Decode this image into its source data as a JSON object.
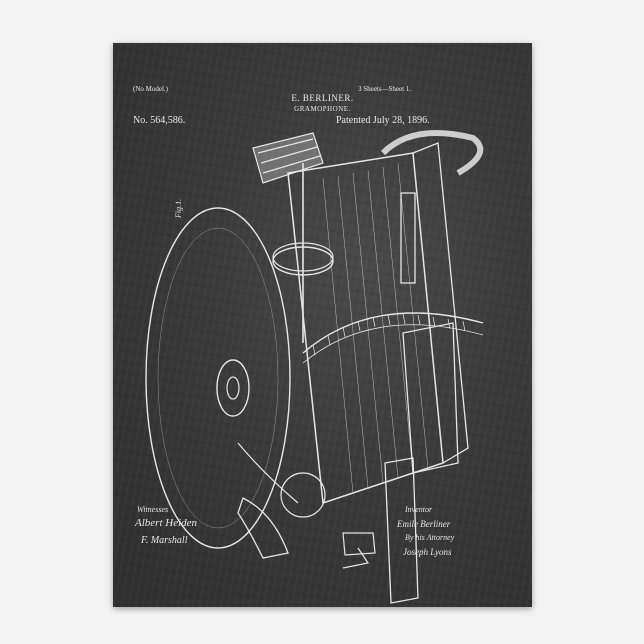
{
  "poster": {
    "header": {
      "no_model": "(No Model.)",
      "sheets": "3 Sheets—Sheet 1.",
      "inventor": "E. BERLINER.",
      "title": "GRAMOPHONE.",
      "patent_number": "No. 564,586.",
      "patent_date": "Patented July 28, 1896."
    },
    "figure_label": "Fig. 1.",
    "signatures": {
      "witnesses_label": "Witnesses",
      "witness_1": "Albert Heiden",
      "witness_2": "F. Marshall",
      "inventor_label": "Inventor",
      "inventor_signature": "Emile Berliner",
      "attorney_line": "By his Attorney",
      "attorney_signature": "Joseph Lyons"
    },
    "colors": {
      "board": "#3a3a3a",
      "chalk": "#e8e8e8",
      "frame_bg": "#f3f3f3"
    }
  }
}
